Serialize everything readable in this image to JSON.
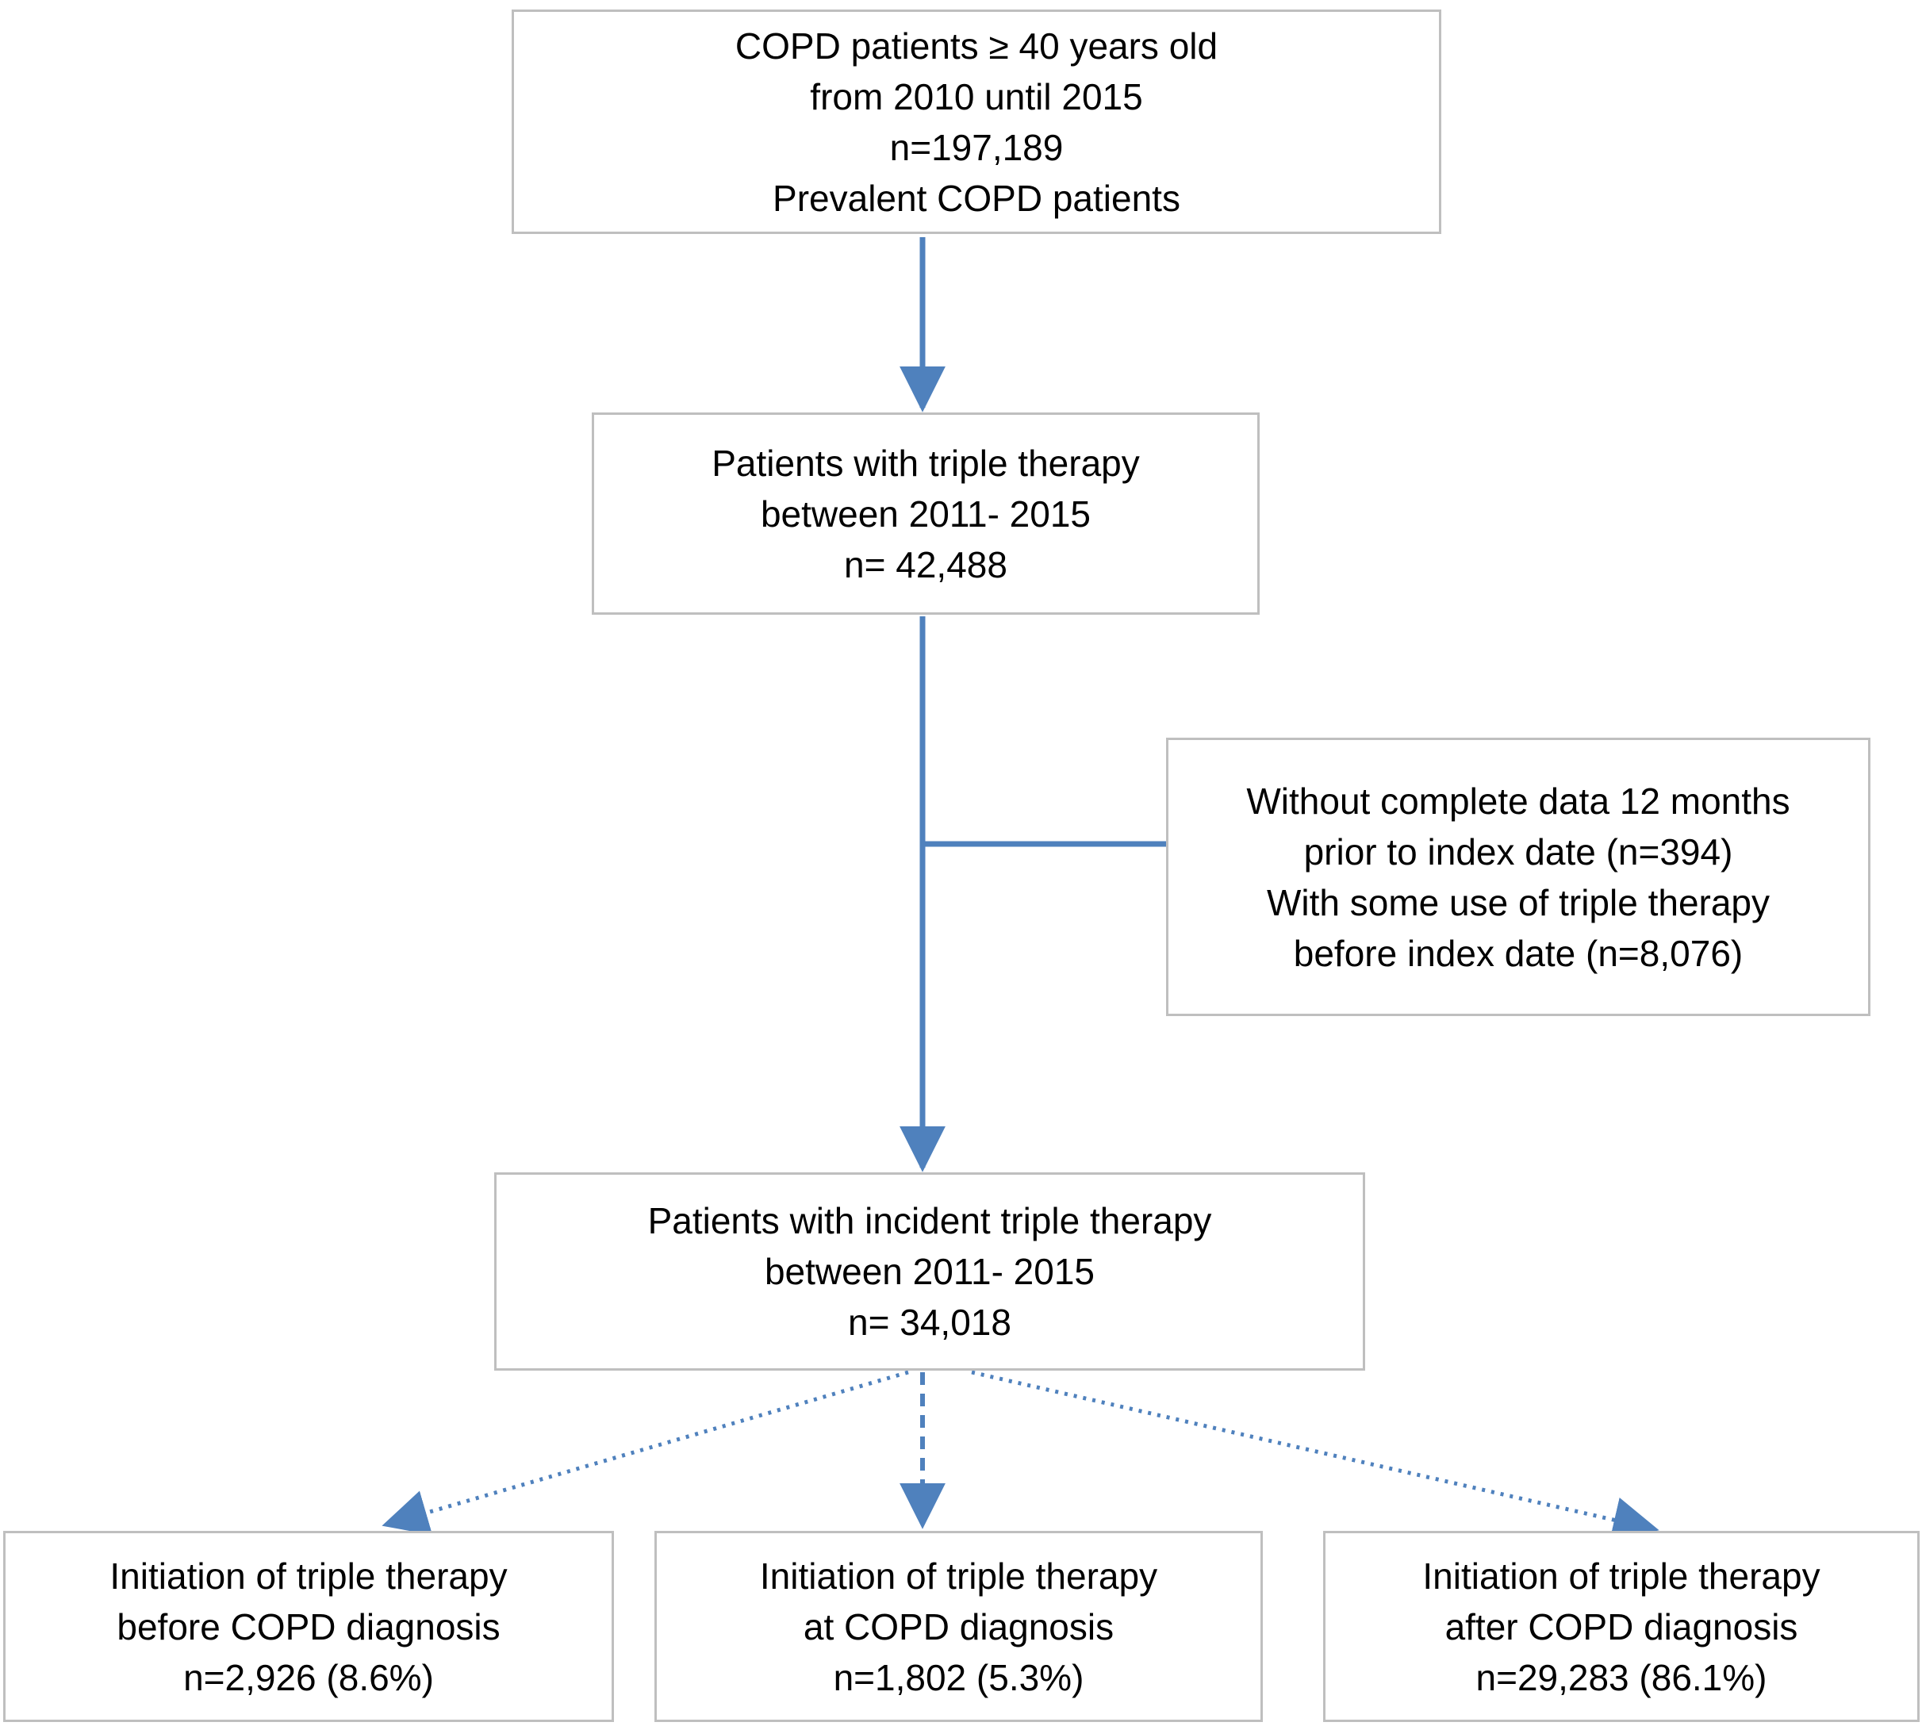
{
  "colors": {
    "accent": "#4f81bd",
    "box_border": "#bfbfbf",
    "box_background": "#ffffff",
    "text": "#000000",
    "background": "#ffffff"
  },
  "diagram": {
    "type": "patient-flowchart",
    "boxes": {
      "prevalent": {
        "lines": [
          "COPD patients ≥ 40 years old",
          "from 2010 until 2015",
          "n=197,189",
          "Prevalent COPD patients"
        ]
      },
      "triple": {
        "lines": [
          "Patients with triple therapy",
          "between 2011- 2015",
          "n= 42,488"
        ]
      },
      "exclusion": {
        "lines": [
          "Without complete data 12 months",
          "prior to index date (n=394)",
          "With some use of triple therapy",
          "before index date (n=8,076)"
        ]
      },
      "incident": {
        "lines": [
          "Patients with incident triple therapy",
          "between 2011- 2015",
          "n= 34,018"
        ]
      },
      "before": {
        "lines": [
          "Initiation of triple therapy",
          "before COPD diagnosis",
          "n=2,926 (8.6%)"
        ]
      },
      "at": {
        "lines": [
          "Initiation of triple therapy",
          "at COPD diagnosis",
          "n=1,802 (5.3%)"
        ]
      },
      "after": {
        "lines": [
          "Initiation of triple therapy",
          "after COPD diagnosis",
          "n=29,283 (86.1%)"
        ]
      }
    }
  }
}
